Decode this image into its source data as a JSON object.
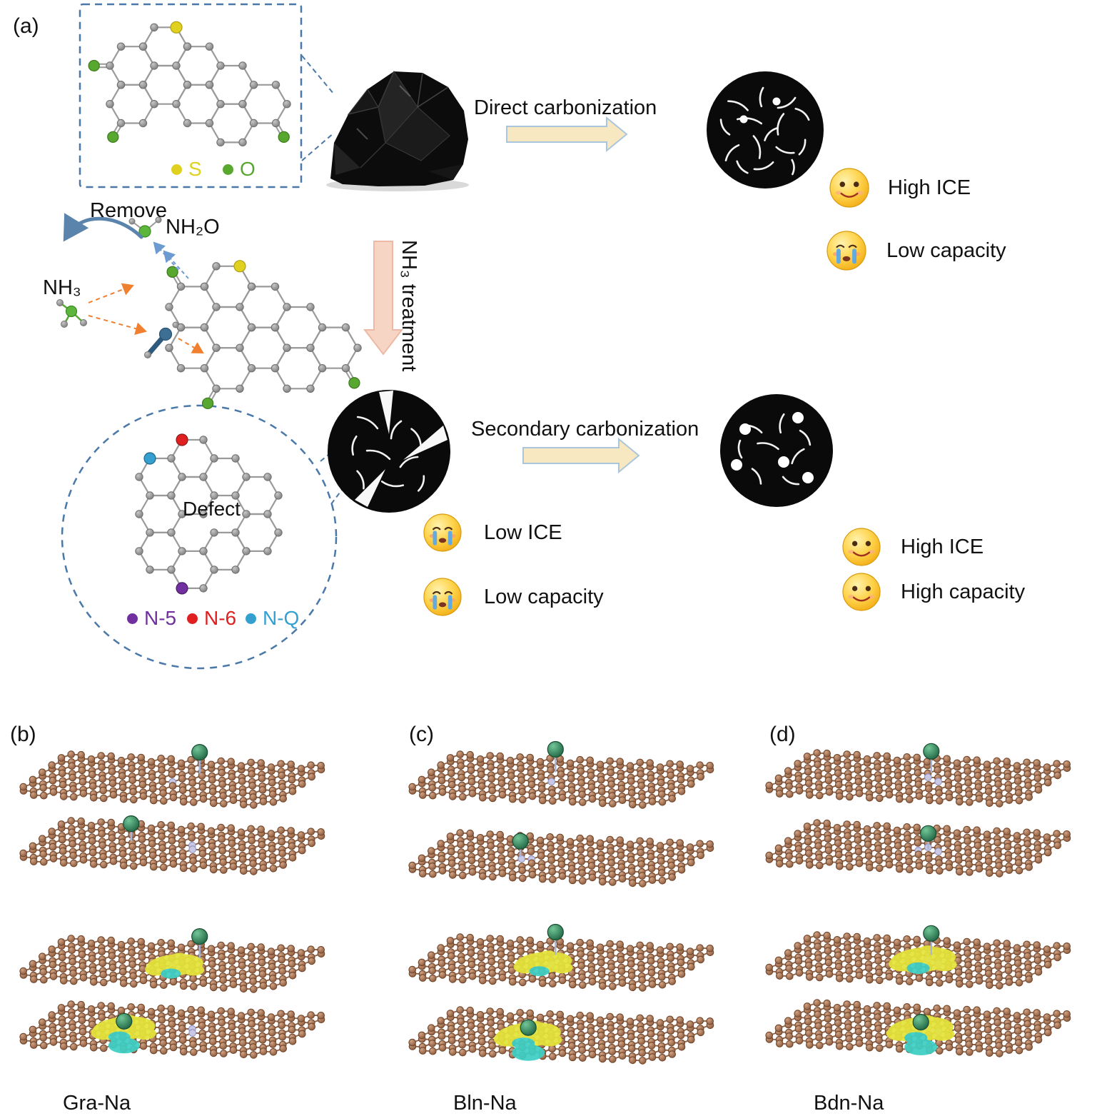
{
  "figure": {
    "panel_a_label": "(a)",
    "panel_b_label": "(b)",
    "panel_c_label": "(c)",
    "panel_d_label": "(d)",
    "legend": {
      "s": "S",
      "o": "O"
    },
    "remove_label": "Remove",
    "nh2o_label": "NH₂O",
    "nh3_label": "NH₃",
    "defect_label": "Defect",
    "arrows": {
      "direct": "Direct carbonization",
      "nh3_treatment": "NH₃ treatment",
      "secondary": "Secondary carbonization"
    },
    "n_legend": {
      "n5": "N-5",
      "n6": "N-6",
      "nq": "N-Q"
    },
    "outcomes": {
      "o1": {
        "type": "smile",
        "label": "High ICE"
      },
      "o2": {
        "type": "cry",
        "label": "Low capacity"
      },
      "o3": {
        "type": "cry",
        "label": "Low ICE"
      },
      "o4": {
        "type": "cry",
        "label": "Low capacity"
      },
      "o5": {
        "type": "smile",
        "label": "High ICE"
      },
      "o6": {
        "type": "smile",
        "label": "High capacity"
      }
    },
    "captions": {
      "b": "Gra-Na",
      "c": "Bln-Na",
      "d": "Bdn-Na"
    },
    "colors": {
      "s_yellow": "#e0d020",
      "o_green": "#58a830",
      "n5_purple": "#7030a0",
      "n6_red": "#e02020",
      "nq_blue": "#35a0d0",
      "dashed_blue": "#4a78a8",
      "arrow_fill": "#f7e8c2",
      "arrow_stroke": "#aac6dc",
      "v_arrow_fill": "#f6d5c5",
      "v_arrow_stroke": "#edb9a6",
      "bond_brown": "#8a5f45",
      "dopant_lavender": "#c9c9e6",
      "charge_yellow": "#e4e43a",
      "charge_cyan": "#3ecfc4"
    }
  }
}
